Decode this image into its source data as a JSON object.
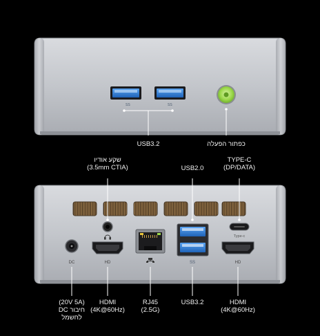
{
  "front": {
    "usb_port_tag": "SS",
    "labels": {
      "usb32": "USB3.2",
      "power_button": "כפתור הפעלה"
    }
  },
  "back": {
    "port_tags": {
      "dc": "DC",
      "hdmi_left": "HD",
      "hdmi_right": "HD",
      "usb32": "SS",
      "typec": "Type-c"
    },
    "labels": {
      "audio_line1": "שקע אודיו",
      "audio_line2": "(3.5mm CTIA)",
      "usb20": "USB2.0",
      "typec_line1": "TYPE-C",
      "typec_line2": "(DP/DATA)",
      "dc_line1": "(20V 5A)",
      "dc_line2": "חיבור DC",
      "dc_line3": "לחשמל",
      "hdmi_left_line1": "HDMI",
      "hdmi_left_line2": "(4K@60Hz)",
      "rj45_line1": "RJ45",
      "rj45_line2": "(2.5G)",
      "usb32": "USB3.2",
      "hdmi_right_line1": "HDMI",
      "hdmi_right_line2": "(4K@60Hz)"
    }
  },
  "colors": {
    "background": "#000000",
    "usb3_blue": "#2f7fd8",
    "power_green": "#9bd84a",
    "chassis_silver": "#b9bcc1",
    "vent_bronze": "#8a6a44"
  }
}
